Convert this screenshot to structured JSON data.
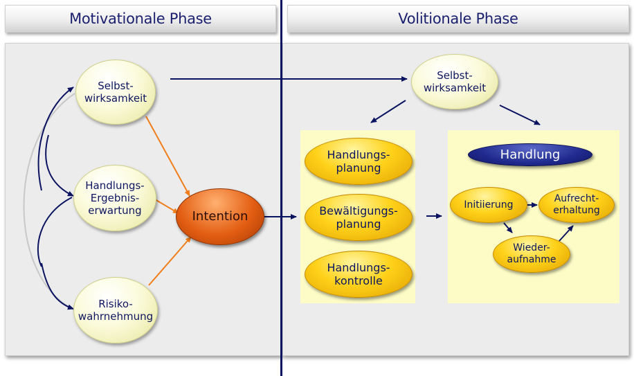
{
  "headers": {
    "left": "Motivationale Phase",
    "right": "Volitionale Phase"
  },
  "motivational": {
    "selbstwirksamkeit": "Selbst-\nwirksamkeit",
    "ergebniserwartung": "Handlungs-\nErgebnis-\nerwartung",
    "risikowahrnehmung": "Risiko-\nwahrnehmung",
    "intention": "Intention"
  },
  "volitional": {
    "selbstwirksamkeit": "Selbst-\nwirksamkeit",
    "handlungsplanung": "Handlungs-\nplanung",
    "bewaeltigungsplanung": "Bewältigungs-\nplanung",
    "handlungskontrolle": "Handlungs-\nkontrolle",
    "handlung": "Handlung",
    "initiierung": "Initiierung",
    "aufrechterhaltung": "Aufrecht-\nerhaltung",
    "wiederaufnahme": "Wieder-\naufnahme"
  },
  "colors": {
    "navy": "#0a1360",
    "orange_arrow": "#f07d1a",
    "grey_arc": "#c8c8c8",
    "header_text": "#1a1f6e"
  }
}
